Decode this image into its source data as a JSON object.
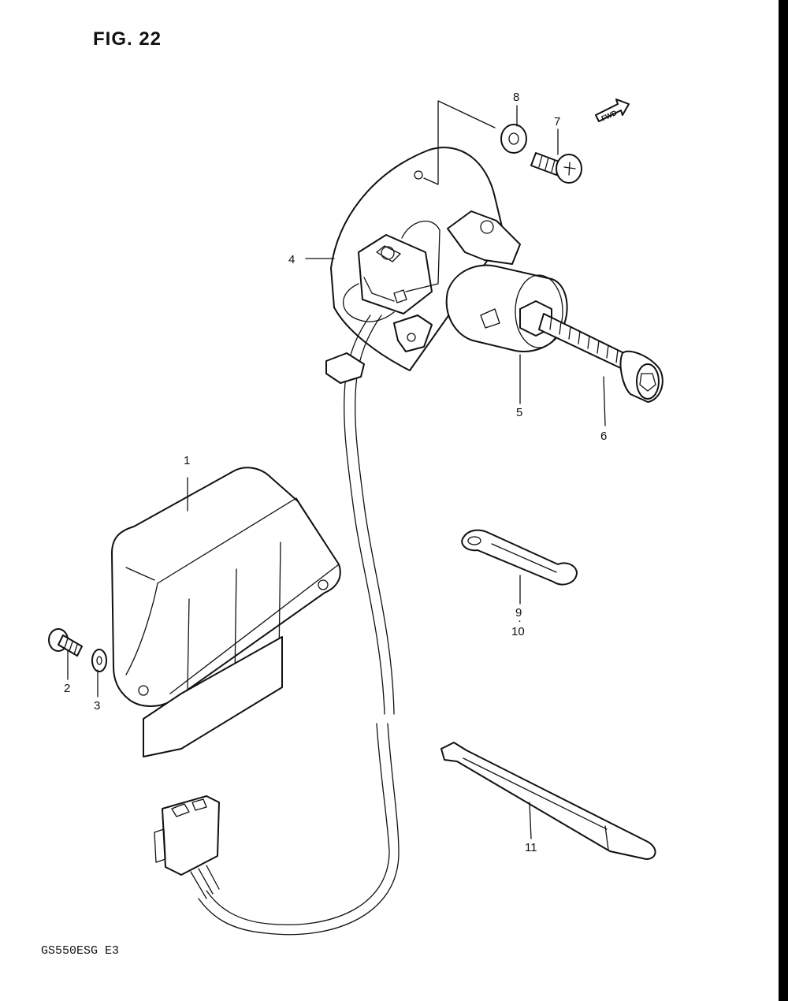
{
  "figure": {
    "title": "FIG. 22",
    "model_code": "GS550ESG E3",
    "fwd_label": "FWD"
  },
  "callouts": {
    "c1": "1",
    "c2": "2",
    "c3": "3",
    "c4": "4",
    "c5": "5",
    "c6": "6",
    "c7": "7",
    "c8": "8",
    "c9": "9",
    "c9_sep": "·",
    "c10": "10",
    "c11": "11"
  }
}
